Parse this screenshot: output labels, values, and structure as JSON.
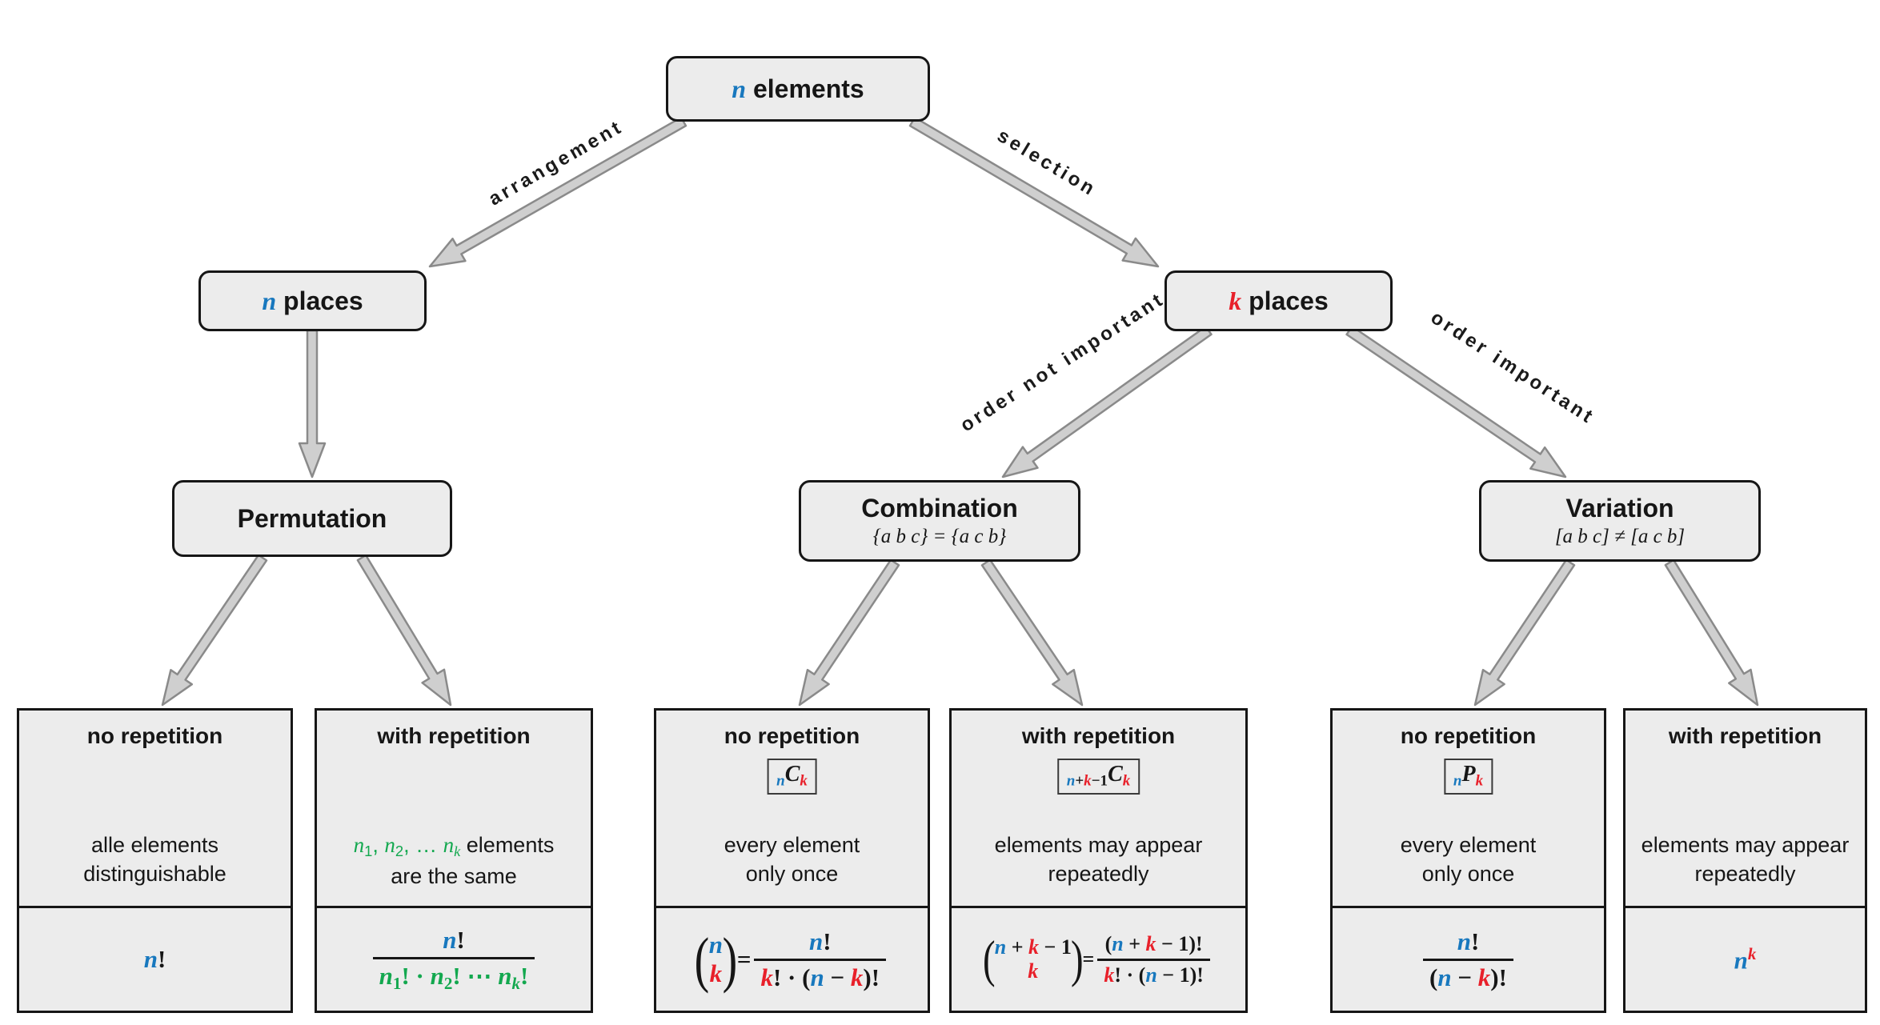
{
  "nodes": {
    "root": {
      "label": [
        {
          "t": "n",
          "c": "blue",
          "m": true
        },
        {
          "t": " elements"
        }
      ]
    },
    "n_places": {
      "label": [
        {
          "t": "n",
          "c": "blue",
          "m": true
        },
        {
          "t": " places"
        }
      ]
    },
    "k_places": {
      "label": [
        {
          "t": "k",
          "c": "red",
          "m": true
        },
        {
          "t": " places"
        }
      ]
    },
    "permutation": {
      "title": "Permutation"
    },
    "combination": {
      "title": "Combination",
      "subtitle": [
        {
          "t": "{a b c} = {a c b}",
          "m": true
        }
      ]
    },
    "variation": {
      "title": "Variation",
      "subtitle": [
        {
          "t": "[a b c] ≠ [a c b]",
          "m": true
        }
      ]
    }
  },
  "edges": {
    "arrangement": "arrangement",
    "selection": "selection",
    "order_not_important": "order not important",
    "order_important": "order important"
  },
  "colors": {
    "n_blue": "#1878be",
    "k_red": "#e8202a",
    "multiset_green": "#13a84f",
    "box_fill": "#ececec",
    "arrow_fill": "#cfcfcf",
    "arrow_stroke": "#8a8a8a"
  },
  "leaves": [
    {
      "title": "no repetition",
      "desc": [
        [
          {
            "t": "alle elements"
          }
        ],
        [
          {
            "t": "distinguishable"
          }
        ]
      ],
      "formula": [
        {
          "type": "tokens",
          "tokens": [
            {
              "t": "n",
              "c": "blue",
              "m": true
            },
            {
              "t": "!"
            }
          ]
        }
      ]
    },
    {
      "title": "with repetition",
      "desc": [
        [
          {
            "t": "n",
            "c": "green",
            "m": true
          },
          {
            "t": "1",
            "c": "green",
            "s": "sub"
          },
          {
            "t": ", ",
            "c": "green"
          },
          {
            "t": "n",
            "c": "green",
            "m": true
          },
          {
            "t": "2",
            "c": "green",
            "s": "sub"
          },
          {
            "t": ", … ",
            "c": "green"
          },
          {
            "t": "n",
            "c": "green",
            "m": true
          },
          {
            "t": "k",
            "c": "green",
            "m": true,
            "s": "sub"
          },
          {
            "t": " elements"
          }
        ],
        [
          {
            "t": "are the same"
          }
        ]
      ],
      "formula": [
        {
          "type": "frac",
          "num": [
            {
              "t": "n",
              "c": "blue",
              "m": true
            },
            {
              "t": "!"
            }
          ],
          "den": [
            {
              "t": "n",
              "c": "green",
              "m": true
            },
            {
              "t": "1",
              "c": "green",
              "s": "sub"
            },
            {
              "t": "!",
              "c": "green"
            },
            {
              "t": " · ",
              "c": "green"
            },
            {
              "t": "n",
              "c": "green",
              "m": true
            },
            {
              "t": "2",
              "c": "green",
              "s": "sub"
            },
            {
              "t": "!",
              "c": "green"
            },
            {
              "t": " ⋯ ",
              "c": "green"
            },
            {
              "t": "n",
              "c": "green",
              "m": true
            },
            {
              "t": "k",
              "c": "green",
              "m": true,
              "s": "sub"
            },
            {
              "t": "!",
              "c": "green"
            }
          ]
        }
      ]
    },
    {
      "title": "no repetition",
      "badge": [
        {
          "t": "n",
          "c": "blue",
          "m": true,
          "s": "sub"
        },
        {
          "t": "C",
          "m": true
        },
        {
          "t": "k",
          "c": "red",
          "m": true,
          "s": "sub"
        }
      ],
      "desc": [
        [
          {
            "t": "every element"
          }
        ],
        [
          {
            "t": "only once"
          }
        ]
      ],
      "formula": [
        {
          "type": "binom",
          "top": [
            {
              "t": "n",
              "c": "blue",
              "m": true
            }
          ],
          "bottom": [
            {
              "t": "k",
              "c": "red",
              "m": true
            }
          ]
        },
        {
          "type": "tokens",
          "tokens": [
            {
              "t": " = "
            }
          ]
        },
        {
          "type": "frac",
          "num": [
            {
              "t": "n",
              "c": "blue",
              "m": true
            },
            {
              "t": "!"
            }
          ],
          "den": [
            {
              "t": "k",
              "c": "red",
              "m": true
            },
            {
              "t": "! · ("
            },
            {
              "t": "n",
              "c": "blue",
              "m": true
            },
            {
              "t": " − "
            },
            {
              "t": "k",
              "c": "red",
              "m": true
            },
            {
              "t": ")!"
            }
          ]
        }
      ]
    },
    {
      "title": "with repetition",
      "badge": [
        {
          "t": "n",
          "c": "blue",
          "m": true,
          "s": "sub"
        },
        {
          "t": "+",
          "s": "sub"
        },
        {
          "t": "k",
          "c": "red",
          "m": true,
          "s": "sub"
        },
        {
          "t": "−1",
          "s": "sub"
        },
        {
          "t": "C",
          "m": true
        },
        {
          "t": "k",
          "c": "red",
          "m": true,
          "s": "sub"
        }
      ],
      "desc": [
        [
          {
            "t": "elements may appear"
          }
        ],
        [
          {
            "t": "repeatedly"
          }
        ]
      ],
      "formula": [
        {
          "type": "binom",
          "top": [
            {
              "t": "n",
              "c": "blue",
              "m": true
            },
            {
              "t": " + "
            },
            {
              "t": "k",
              "c": "red",
              "m": true
            },
            {
              "t": " − 1"
            }
          ],
          "bottom": [
            {
              "t": "k",
              "c": "red",
              "m": true
            }
          ]
        },
        {
          "type": "tokens",
          "tokens": [
            {
              "t": " = "
            }
          ]
        },
        {
          "type": "frac",
          "num": [
            {
              "t": "("
            },
            {
              "t": "n",
              "c": "blue",
              "m": true
            },
            {
              "t": " + "
            },
            {
              "t": "k",
              "c": "red",
              "m": true
            },
            {
              "t": " − 1)!"
            }
          ],
          "den": [
            {
              "t": "k",
              "c": "red",
              "m": true
            },
            {
              "t": "! · ("
            },
            {
              "t": "n",
              "c": "blue",
              "m": true
            },
            {
              "t": " − 1)!"
            }
          ]
        }
      ]
    },
    {
      "title": "no repetition",
      "badge": [
        {
          "t": "n",
          "c": "blue",
          "m": true,
          "s": "sub"
        },
        {
          "t": "P",
          "m": true
        },
        {
          "t": "k",
          "c": "red",
          "m": true,
          "s": "sub"
        }
      ],
      "desc": [
        [
          {
            "t": "every element"
          }
        ],
        [
          {
            "t": "only once"
          }
        ]
      ],
      "formula": [
        {
          "type": "frac",
          "num": [
            {
              "t": "n",
              "c": "blue",
              "m": true
            },
            {
              "t": "!"
            }
          ],
          "den": [
            {
              "t": "("
            },
            {
              "t": "n",
              "c": "blue",
              "m": true
            },
            {
              "t": " − "
            },
            {
              "t": "k",
              "c": "red",
              "m": true
            },
            {
              "t": ")!"
            }
          ]
        }
      ]
    },
    {
      "title": "with repetition",
      "desc": [
        [
          {
            "t": "elements may appear"
          }
        ],
        [
          {
            "t": "repeatedly"
          }
        ]
      ],
      "formula": [
        {
          "type": "tokens",
          "tokens": [
            {
              "t": "n",
              "c": "blue",
              "m": true
            },
            {
              "t": "k",
              "c": "red",
              "m": true,
              "s": "sup"
            }
          ]
        }
      ]
    }
  ]
}
